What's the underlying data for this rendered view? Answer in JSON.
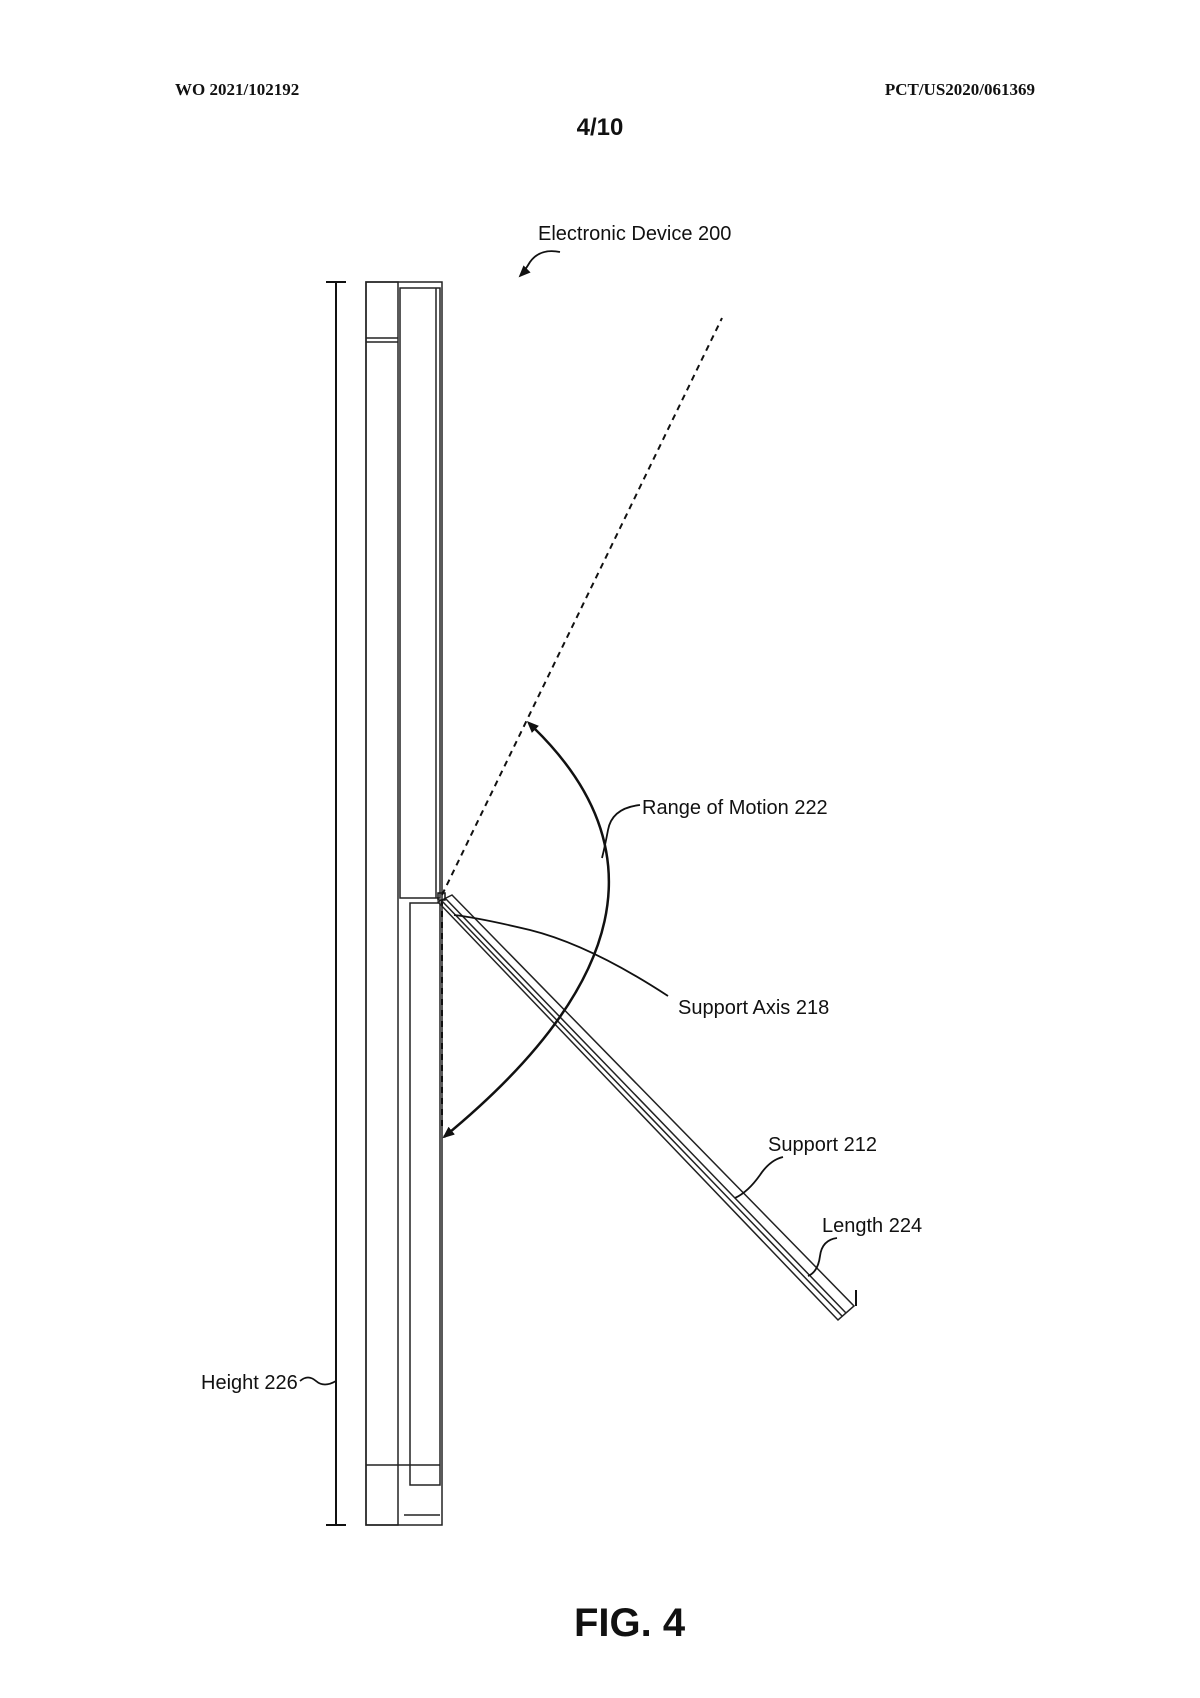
{
  "header": {
    "publication_number": "WO 2021/102192",
    "application_number": "PCT/US2020/061369",
    "sheet": "4/10"
  },
  "figure": {
    "caption": "FIG. 4",
    "labels": {
      "electronic_device": "Electronic Device 200",
      "range_of_motion": "Range of Motion 222",
      "support_axis": "Support Axis 218",
      "support": "Support 212",
      "length": "Length 224",
      "height": "Height 226"
    }
  }
}
